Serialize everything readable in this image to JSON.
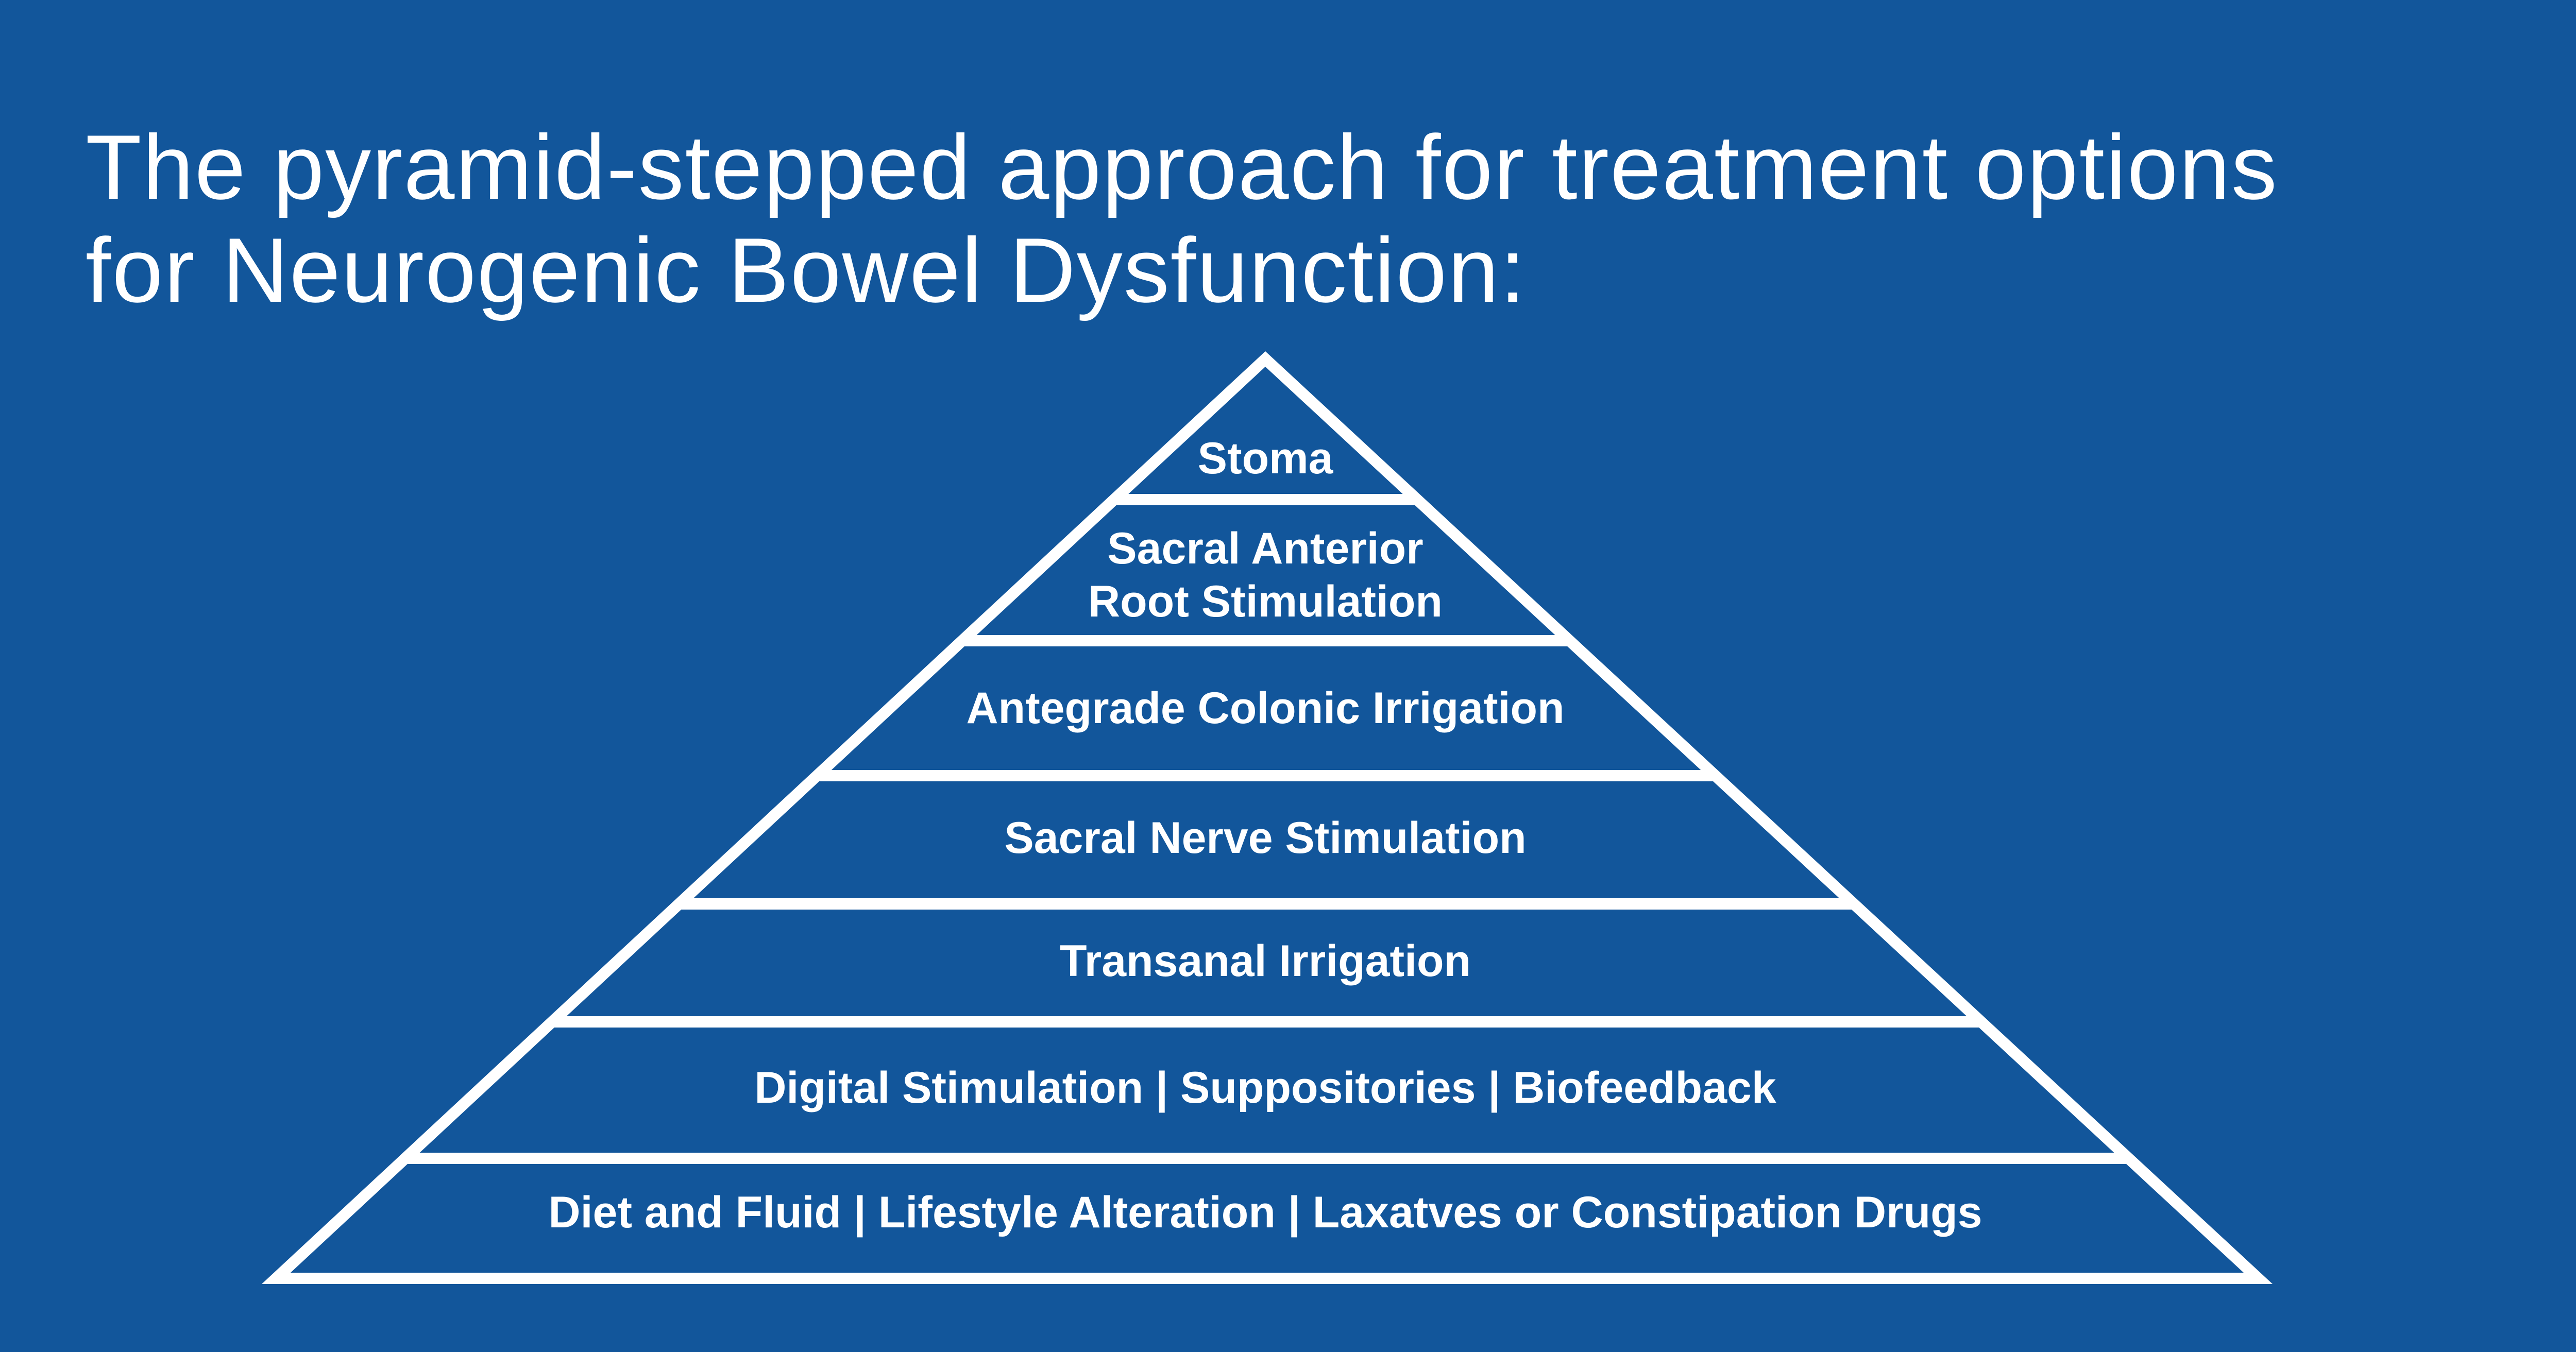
{
  "title": {
    "line1": "The pyramid-stepped approach for treatment options",
    "line2": "for Neurogenic Bowel Dysfunction:"
  },
  "pyramid": {
    "levels": [
      {
        "lines": [
          "Stoma"
        ]
      },
      {
        "lines": [
          "Sacral Anterior",
          "Root Stimulation"
        ]
      },
      {
        "lines": [
          "Antegrade Colonic Irrigation"
        ]
      },
      {
        "lines": [
          "Sacral Nerve Stimulation"
        ]
      },
      {
        "lines": [
          "Transanal Irrigation"
        ]
      },
      {
        "lines": [
          "Digital Stimulation | Suppositories | Biofeedback"
        ]
      },
      {
        "lines": [
          "Diet and Fluid | Lifestyle Alteration | Laxatves or Constipation Drugs"
        ]
      }
    ]
  },
  "colors": {
    "background": "#12569b",
    "foreground": "#ffffff"
  }
}
